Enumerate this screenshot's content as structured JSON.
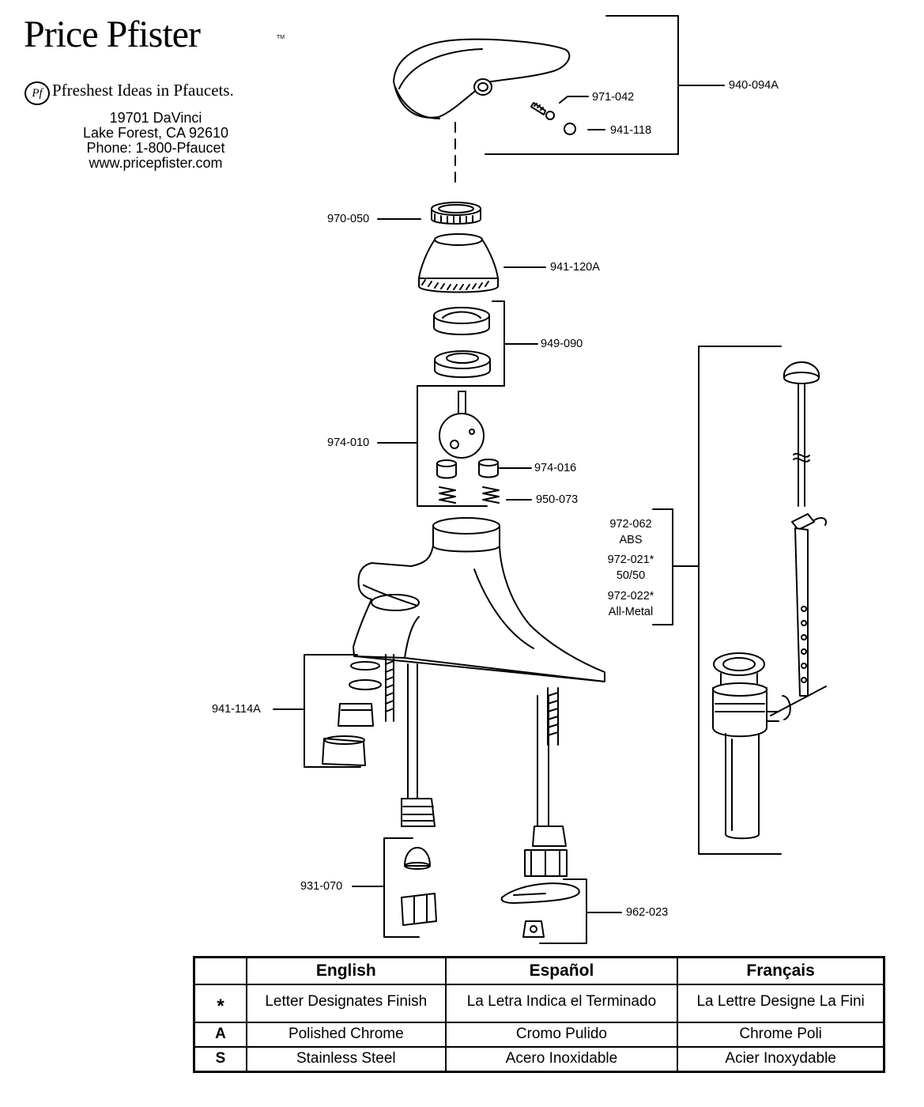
{
  "brand": {
    "name": "Price Pfister",
    "trademark": "TM",
    "mark": "Pf",
    "tagline": "Pfreshest Ideas in Pfaucets."
  },
  "address": {
    "street": "19701 DaVinci",
    "city": "Lake Forest, CA 92610",
    "phone": "Phone: 1-800-Pfaucet",
    "web": "www.pricepfister.com"
  },
  "parts": {
    "handle_kit": "940-094A",
    "screw": "971-042",
    "button": "941-118",
    "adjusting_ring": "970-050",
    "cap": "941-120A",
    "cam_packing": "949-090",
    "ball": "974-010",
    "seats": "974-016",
    "springs": "950-073",
    "aerator": "941-114A",
    "supply_fittings": "931-070",
    "gasket": "962-023",
    "drain_1": "972-062",
    "drain_1_note": "ABS",
    "drain_2": "972-021*",
    "drain_2_note": "50/50",
    "drain_3": "972-022*",
    "drain_3_note": "All-Metal"
  },
  "legend": {
    "headers": [
      "",
      "English",
      "Español",
      "Français"
    ],
    "rows": [
      [
        "*",
        "Letter Designates Finish",
        "La Letra Indica el Terminado",
        "La Lettre Designe La Fini"
      ],
      [
        "A",
        "Polished Chrome",
        "Cromo Pulido",
        "Chrome Poli"
      ],
      [
        "S",
        "Stainless Steel",
        "Acero Inoxidable",
        "Acier Inoxydable"
      ]
    ]
  }
}
